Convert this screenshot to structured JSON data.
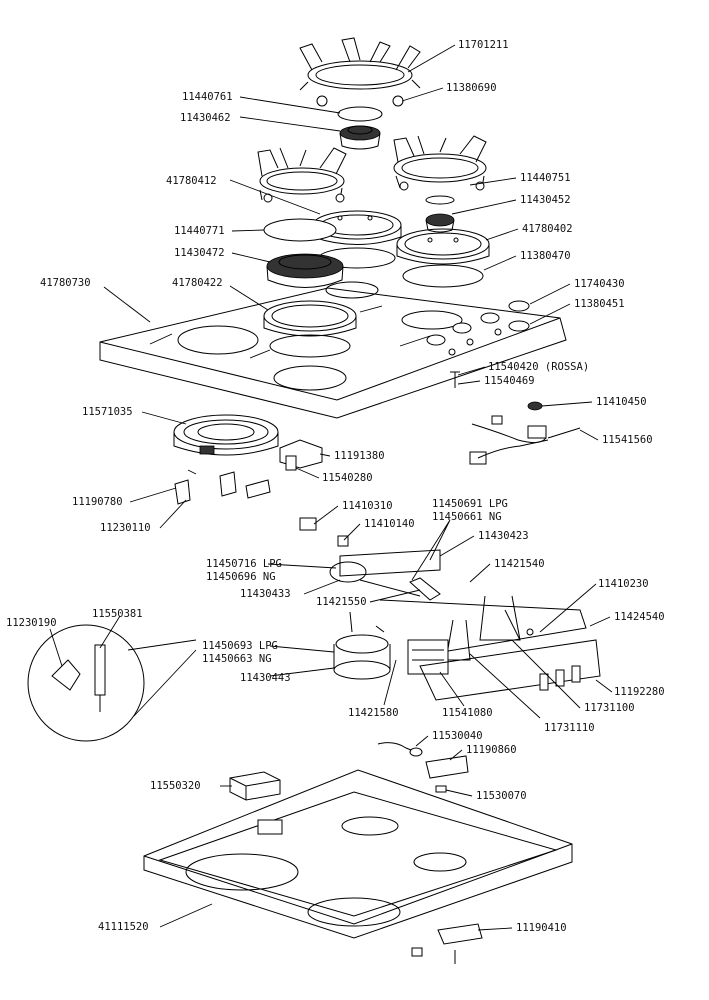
{
  "diagram": {
    "parts": [
      "11701211",
      "11380690",
      "11440761",
      "11430462",
      "41780412",
      "11440751",
      "11430452",
      "11440771",
      "41780402",
      "11430472",
      "11380470",
      "41780730",
      "41780422",
      "11740430",
      "11380451",
      "11540420 (ROSSA)",
      "11540469",
      "11410450",
      "11571035",
      "11541560",
      "11191380",
      "11540280",
      "11190780",
      "11230110",
      "11410310",
      "11450691  LPG",
      "11450661  NG",
      "11410140",
      "11430423",
      "11450716  LPG",
      "11450696  NG",
      "11421540",
      "11430433",
      "11421550",
      "11410230",
      "11424540",
      "11230190",
      "11550381",
      "11450693  LPG",
      "11450663  NG",
      "11430443",
      "11192280",
      "11421580",
      "11541080",
      "11731100",
      "11731110",
      "11530040",
      "11190860",
      "11550320",
      "11530070",
      "41111520",
      "11190410"
    ]
  }
}
